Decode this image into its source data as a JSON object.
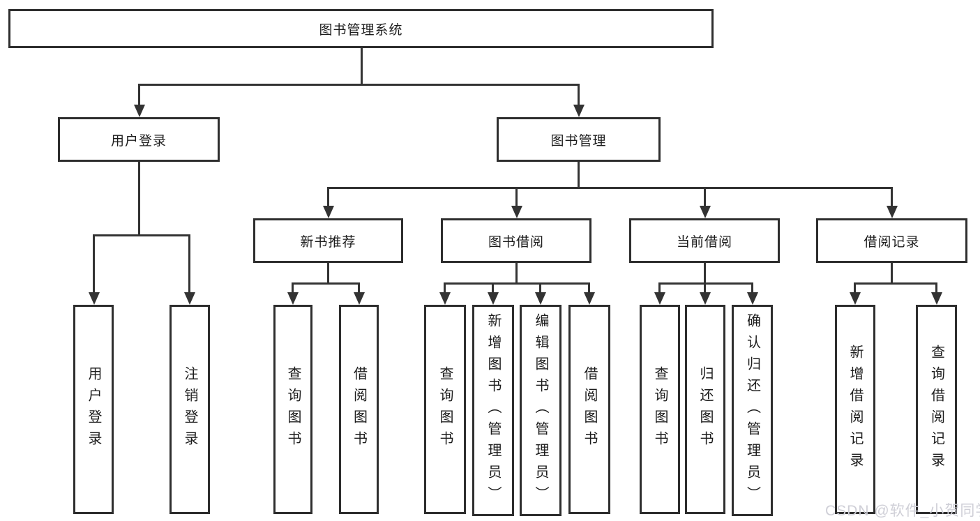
{
  "tree": {
    "root": "图书管理系统",
    "branches": {
      "user_login": {
        "label": "用户登录",
        "children": [
          "用户登录",
          "注销登录"
        ]
      },
      "book_mgmt": {
        "label": "图书管理",
        "sections": [
          {
            "label": "新书推荐",
            "children": [
              "查询图书",
              "借阅图书"
            ]
          },
          {
            "label": "图书借阅",
            "children": [
              "查询图书",
              "新增图书（管理员）",
              "编辑图书（管理员）",
              "借阅图书"
            ]
          },
          {
            "label": "当前借阅",
            "children": [
              "查询图书",
              "归还图书",
              "确认归还（管理员）"
            ]
          },
          {
            "label": "借阅记录",
            "children": [
              "新增借阅记录",
              "查询借阅记录"
            ]
          }
        ]
      }
    }
  },
  "watermark": "CSDN @软件_小贺同学",
  "colors": {
    "line": "#333333",
    "box_border": "#2e2e2e",
    "text": "#1c1c1c",
    "watermark": "#cfcfd7",
    "background": "#ffffff"
  }
}
